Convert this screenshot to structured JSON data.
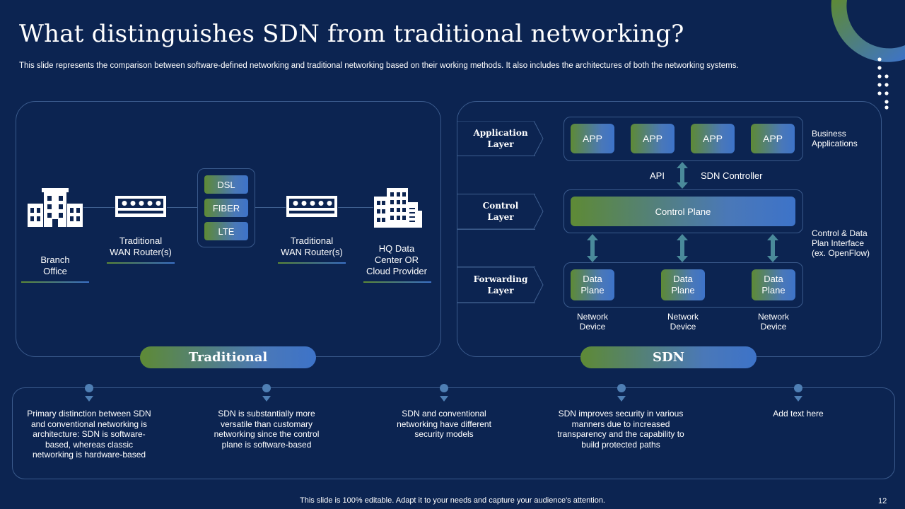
{
  "slide": {
    "title": "What distinguishes SDN from traditional networking?",
    "subtitle": "This slide represents the comparison between software-defined networking and traditional networking based on their working methods. It also includes the architectures of both the networking systems.",
    "footer": "This slide is 100% editable. Adapt it to your needs and capture your audience's attention.",
    "page_number": "12"
  },
  "traditional": {
    "section_label": "Traditional",
    "branch_line1": "Branch",
    "branch_line2": "Office",
    "router1_line1": "Traditional",
    "router1_line2": "WAN Router(s)",
    "router2_line1": "Traditional",
    "router2_line2": "WAN Router(s)",
    "hq_line1": "HQ Data",
    "hq_line2": "Center OR",
    "hq_line3": "Cloud Provider",
    "connections": [
      "DSL",
      "FIBER",
      "LTE"
    ],
    "icons": [
      "building-icon",
      "router-icon",
      "router-icon",
      "datacenter-icon"
    ]
  },
  "sdn": {
    "section_label": "SDN",
    "layers": {
      "application": [
        "Application",
        "Layer"
      ],
      "control": [
        "Control",
        "Layer"
      ],
      "forwarding": [
        "Forwarding",
        "Layer"
      ]
    },
    "apps": [
      "APP",
      "APP",
      "APP",
      "APP"
    ],
    "business_apps": [
      "Business",
      "Applications"
    ],
    "api": "API",
    "sdn_controller": "SDN Controller",
    "control_plane": "Control Plane",
    "interface_label": [
      "Control & Data",
      "Plan Interface",
      "(ex. OpenFlow)"
    ],
    "data_planes": [
      {
        "line1": "Data",
        "line2": "Plane"
      },
      {
        "line1": "Data",
        "line2": "Plane"
      },
      {
        "line1": "Data",
        "line2": "Plane"
      }
    ],
    "network_devices": [
      {
        "line1": "Network",
        "line2": "Device"
      },
      {
        "line1": "Network",
        "line2": "Device"
      },
      {
        "line1": "Network",
        "line2": "Device"
      }
    ]
  },
  "points": [
    "Primary distinction between SDN and conventional networking is architecture: SDN is software-based, whereas classic networking is hardware-based",
    "SDN is substantially more versatile than customary networking since the control plane is software-based",
    "SDN and conventional networking have different security models",
    "SDN improves security in various manners due to increased transparency and the capability to build protected paths",
    "Add text here"
  ],
  "colors": {
    "background": "#0c2451",
    "accent_green": "#5e8a35",
    "accent_blue": "#3d73c9",
    "arrow_teal": "#4a8a9a"
  }
}
